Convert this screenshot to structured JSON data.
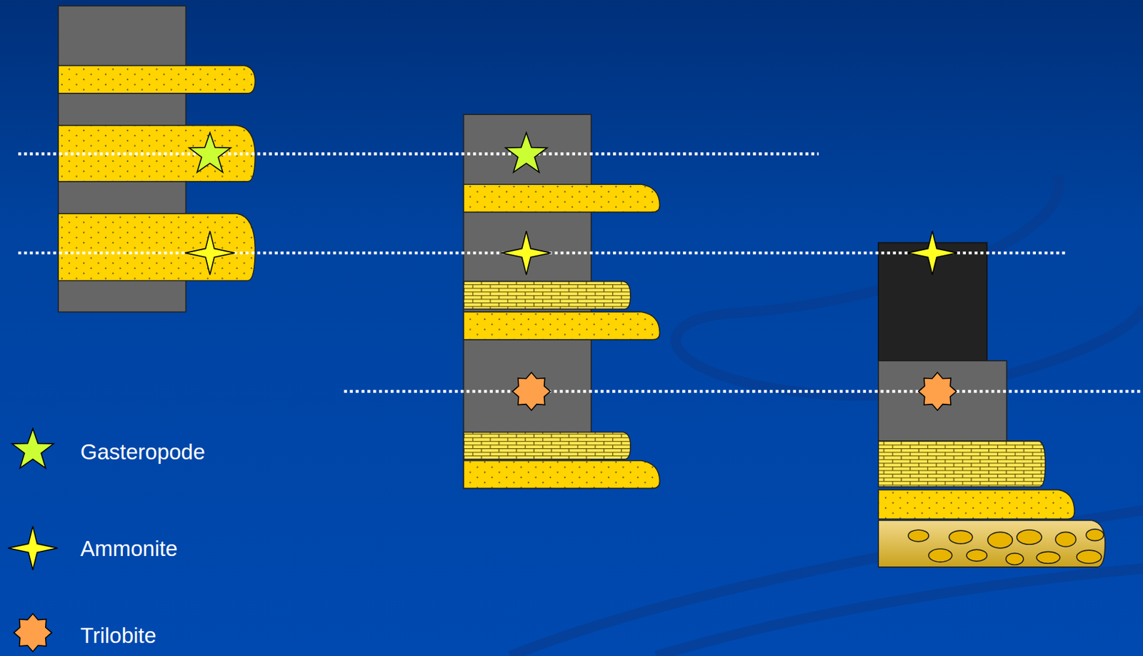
{
  "diagram": {
    "legend": [
      {
        "text": "Gasteropode"
      },
      {
        "text": "Ammonite"
      },
      {
        "text": "Trilobite"
      }
    ]
  }
}
